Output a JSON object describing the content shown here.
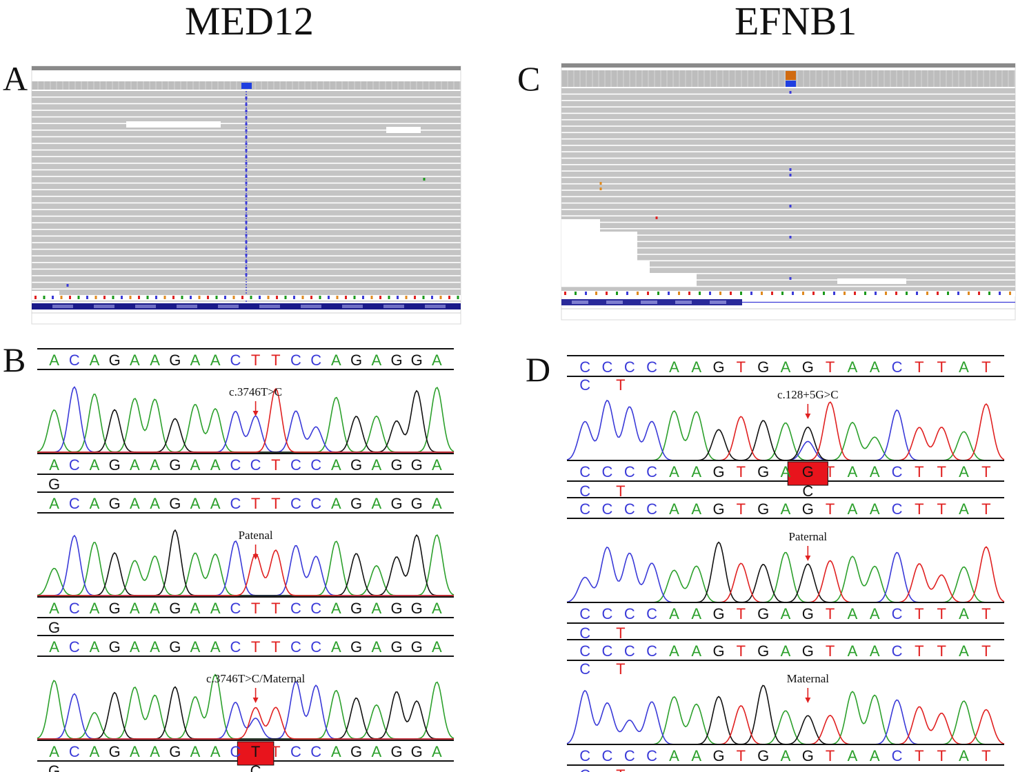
{
  "figure": {
    "gene_left": "MED12",
    "gene_right": "EFNB1",
    "labels": {
      "A": "A",
      "B": "B",
      "C": "C",
      "D": "D"
    }
  },
  "colors": {
    "A": "#2ca02c",
    "C": "#3a3ad8",
    "G": "#111111",
    "T": "#e02020",
    "highlight": "#e8141c",
    "arrow": "#e02020"
  },
  "panel_b": {
    "tracks": [
      {
        "ref": "ACAGAAGAACTTCCAGAGGA",
        "call": "ACAGAAGAACCTCCAGAGGA",
        "second": "G",
        "note": "c.3746T>C",
        "mutpos": 10,
        "box": false,
        "boxbase": "",
        "boxsecond": ""
      },
      {
        "ref": "ACAGAAGAACTTCCAGAGGA",
        "call": "ACAGAAGAACTTCCAGAGGA",
        "second": "G",
        "note": "Patenal",
        "mutpos": 10,
        "box": false,
        "boxbase": "",
        "boxsecond": ""
      },
      {
        "ref": "ACAGAAGAACTTCCAGAGGA",
        "call": "ACAGAAGAACTTCCAGAGGA",
        "second": "G",
        "note": "c.3746T>C/Maternal",
        "mutpos": 10,
        "box": true,
        "boxbase": "T",
        "boxsecond": "C"
      }
    ]
  },
  "panel_d": {
    "tracks": [
      {
        "ref": "CCCCAAGTGAGTAACTTAT",
        "refsecond": "CT",
        "call": "CCCCAAGTGAGTAACTTAT",
        "second": "CT",
        "note": "c.128+5G>C",
        "mutpos": 10,
        "box": true,
        "boxbase": "G",
        "boxsecond": "C"
      },
      {
        "ref": "CCCCAAGTGAGTAACTTAT",
        "refsecond": "",
        "call": "CCCCAAGTGAGTAACTTAT",
        "second": "CT",
        "note": "Paternal",
        "mutpos": 10,
        "box": false,
        "boxbase": "",
        "boxsecond": ""
      },
      {
        "ref": "CCCCAAGTGAGTAACTTAT",
        "refsecond": "CT",
        "call": "CCCCAAGTGAGTAACTTAT",
        "second": "CT",
        "note": "Maternal",
        "mutpos": 10,
        "box": false,
        "boxbase": "",
        "boxsecond": ""
      }
    ]
  }
}
